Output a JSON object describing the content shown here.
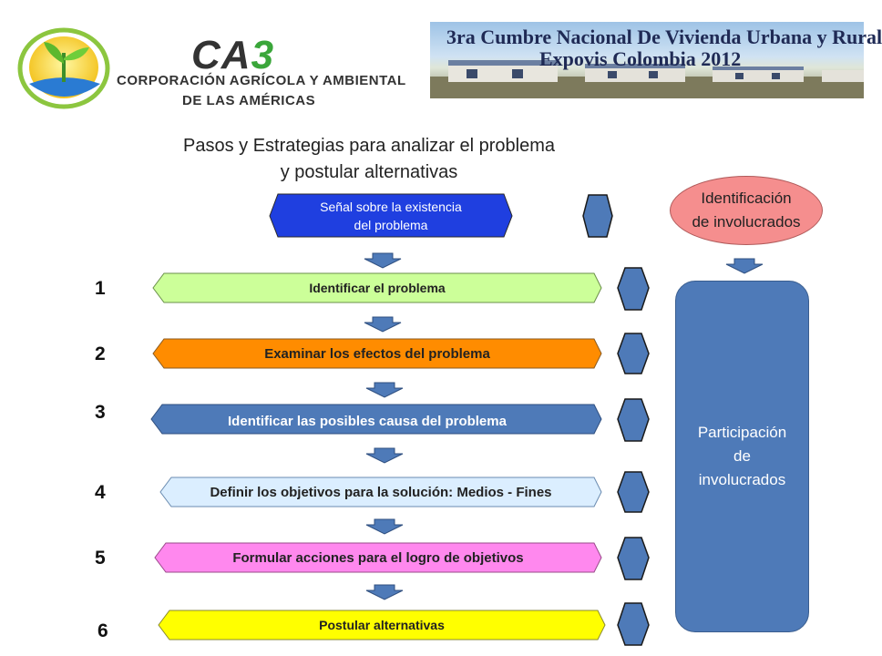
{
  "header": {
    "logo_brand": "CA",
    "logo_brand_num": "3",
    "logo_line1": "CORPORACIÓN AGRÍCOLA Y AMBIENTAL",
    "logo_line2": "DE LAS AMÉRICAS",
    "banner_line1": "3ra Cumbre Nacional De Vivienda Urbana y Rural",
    "banner_line2": "Expovis Colombia 2012"
  },
  "title": {
    "line1": "Pasos y Estrategias para analizar el problema",
    "line2": "y postular alternativas"
  },
  "signal": {
    "line1": "Señal sobre la existencia",
    "line2": "del  problema"
  },
  "steps": [
    {
      "number": "1",
      "label": "Identificar el problema",
      "color": "#ccff99",
      "text_color": "#222222"
    },
    {
      "number": "2",
      "label": "Examinar los efectos del problema",
      "color": "#ff8c00",
      "text_color": "#222222"
    },
    {
      "number": "3",
      "label": "Identificar las posibles causa del problema",
      "color": "#4e7ab8",
      "text_color": "#ffffff"
    },
    {
      "number": "4",
      "label": "Definir los objetivos para la solución: Medios - Fines",
      "color": "#dbeeff",
      "text_color": "#222222"
    },
    {
      "number": "5",
      "label": "Formular acciones para el logro de objetivos",
      "color": "#ff88ee",
      "text_color": "#222222"
    },
    {
      "number": "6",
      "label": "Postular  alternativas",
      "color": "#ffff00",
      "text_color": "#222222"
    }
  ],
  "side": {
    "oval_line1": "Identificación",
    "oval_line2": "de involucrados",
    "box_line1": "Participación",
    "box_line2": "de",
    "box_line3": "involucrados"
  },
  "colors": {
    "signal": "#1f3fe0",
    "arrow": "#4e7ab8",
    "oval": "#f58e8e",
    "participation": "#4e7ab8"
  }
}
